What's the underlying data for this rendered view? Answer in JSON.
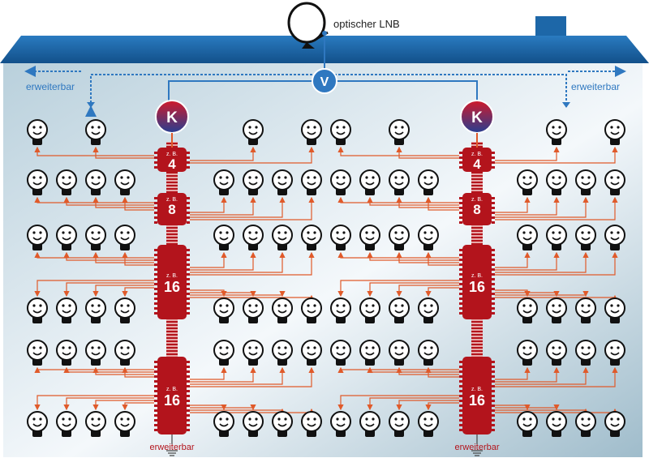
{
  "lnb_label": "optischer LNB",
  "extendable_label": "erweiterbar",
  "amplifier_label": "V",
  "coupler_label": "K",
  "eg_label": "z. B.",
  "switch_sizes": [
    "4",
    "8",
    "16",
    "16"
  ],
  "colors": {
    "roof": "#1d67a8",
    "wall_light": "#eef5f9",
    "wall_dark": "#a9c4d3",
    "optical_line": "#2f78c0",
    "coax_line": "#e05a2a",
    "switch_fill": "#b3141c",
    "coupler_top": "#c0182a",
    "coupler_bottom": "#2a3f8f",
    "amp_fill": "#2f78c0"
  },
  "icons": [
    "satellite-dish-icon",
    "tv-receiver-face-icon",
    "arrow-left-icon",
    "arrow-right-icon",
    "arrow-down-icon",
    "ground-symbol-icon"
  ]
}
